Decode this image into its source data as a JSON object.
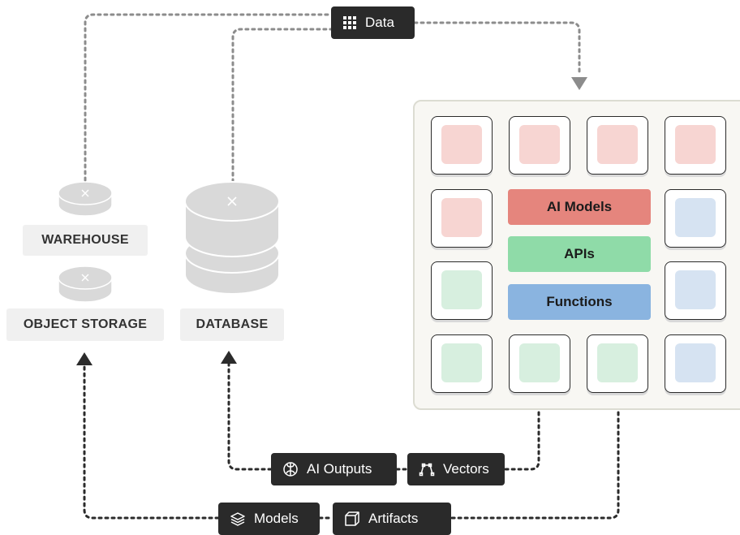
{
  "colors": {
    "red_bar": "#e5857d",
    "green_bar": "#8fdba8",
    "blue_bar": "#8ab4e0",
    "red_tile": "#f7d5d2",
    "green_tile": "#d7efdf",
    "blue_tile": "#d6e3f2",
    "pill_bg": "#2a2a2a",
    "storage_gray": "#d9d9d9"
  },
  "sources": {
    "warehouse": "WAREHOUSE",
    "object_storage": "OBJECT STORAGE",
    "database": "DATABASE"
  },
  "platform": {
    "ai_models": "AI Models",
    "apis": "APIs",
    "functions": "Functions"
  },
  "flows": {
    "data": {
      "label": "Data",
      "icon": "grid-icon"
    },
    "ai_outputs": {
      "label": "AI Outputs",
      "icon": "brain-icon"
    },
    "vectors": {
      "label": "Vectors",
      "icon": "vector-nodes-icon"
    },
    "models": {
      "label": "Models",
      "icon": "layers-icon"
    },
    "artifacts": {
      "label": "Artifacts",
      "icon": "cube-icon"
    }
  }
}
